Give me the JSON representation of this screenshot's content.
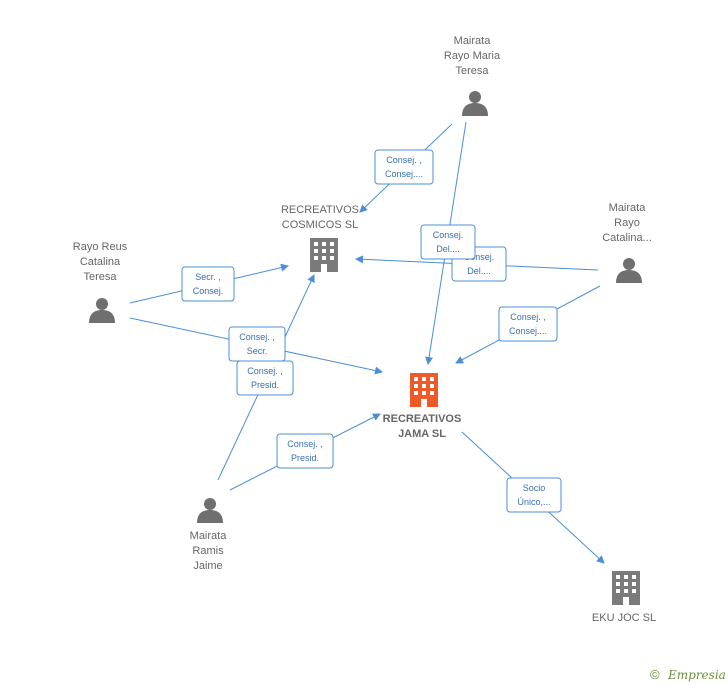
{
  "colors": {
    "edge": "#4a8fd9",
    "company": "#7a7a7a",
    "main_company": "#f05a28",
    "person": "#6f6f6f",
    "brand": "#6b8f3a"
  },
  "nodes": {
    "mairata_rayo_maria": {
      "lines": [
        "Mairata",
        "Rayo Maria",
        "Teresa"
      ],
      "icon": "person-icon"
    },
    "recreativos_cosmicos": {
      "lines": [
        "RECREATIVOS",
        "COSMICOS SL"
      ],
      "icon": "building-icon"
    },
    "rayo_reus": {
      "lines": [
        "Rayo Reus",
        "Catalina",
        "Teresa"
      ],
      "icon": "person-icon"
    },
    "mairata_rayo_catalina": {
      "lines": [
        "Mairata",
        "Rayo",
        "Catalina..."
      ],
      "icon": "person-icon"
    },
    "recreativos_jama": {
      "lines": [
        "RECREATIVOS",
        "JAMA SL"
      ],
      "icon": "building-icon"
    },
    "mairata_ramis": {
      "lines": [
        "Mairata",
        "Ramis",
        "Jaime"
      ],
      "icon": "person-icon"
    },
    "eku_joc": {
      "lines": [
        "EKU JOC SL"
      ],
      "icon": "building-icon"
    }
  },
  "edges": [
    {
      "label": [
        "Consej. ,",
        "Consej...."
      ]
    },
    {
      "label": [
        "Consej.",
        "Del...."
      ]
    },
    {
      "label": [
        "Consej.",
        "Del...."
      ]
    },
    {
      "label": [
        "Secr. ,",
        "Consej."
      ]
    },
    {
      "label": [
        "Consej. ,",
        "Secr."
      ]
    },
    {
      "label": [
        "Consej. ,",
        "Presid."
      ]
    },
    {
      "label": [
        "Consej. ,",
        "Consej...."
      ]
    },
    {
      "label": [
        "Consej. ,",
        "Presid."
      ]
    },
    {
      "label": [
        "Socio",
        "Único,..."
      ]
    }
  ],
  "brand": {
    "copyright": "©",
    "name": "Empresia"
  }
}
